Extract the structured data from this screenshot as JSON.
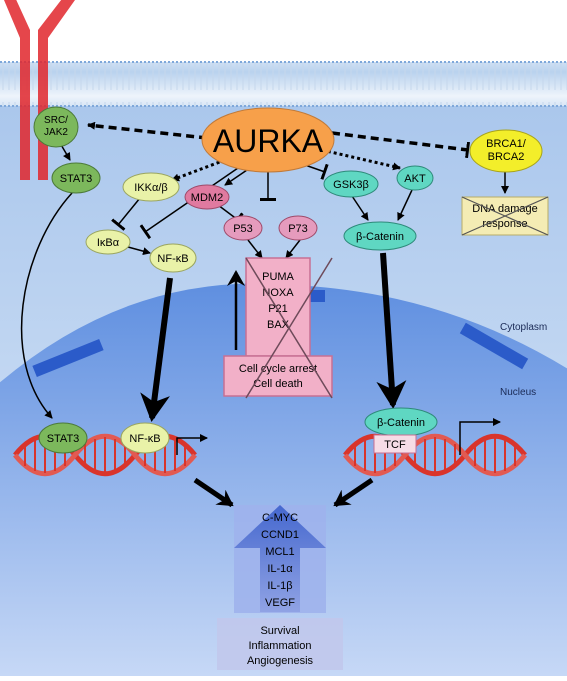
{
  "nodes": {
    "aurka": "AURKA",
    "src_jak2": [
      "SRC/",
      "JAK2"
    ],
    "stat3": "STAT3",
    "ikk": "IKKα/β",
    "ikba": "IκBα",
    "nfkb": "NF-κB",
    "mdm2": "MDM2",
    "p53": "P53",
    "p73": "P73",
    "gsk3b": "GSK3β",
    "akt": "AKT",
    "bcat": "β-Catenin",
    "brca": [
      "BRCA1/",
      "BRCA2"
    ],
    "dna_damage": [
      "DNA damage",
      "response"
    ],
    "targets_p53": [
      "PUMA",
      "NOXA",
      "P21",
      "BAX"
    ],
    "cell_fate": [
      "Cell cycle arrest",
      "Cell death"
    ],
    "nuc_stat3": "STAT3",
    "nuc_nfkb": "NF-κB",
    "nuc_bcat": "β-Catenin",
    "tcf": "TCF",
    "target_genes": [
      "C-MYC",
      "CCND1",
      "MCL1",
      "IL-1α",
      "IL-1β",
      "VEGF"
    ],
    "outcomes": [
      "Survival",
      "Inflammation",
      "Angiogenesis"
    ]
  },
  "compartments": {
    "cytoplasm": "Cytoplasm",
    "nucleus": "Nucleus"
  },
  "colors": {
    "aurka": "#f7a04a",
    "green": "#7cb85c",
    "lightgreen": "#e9f2a8",
    "pink": "#e07aa0",
    "teal": "#5fd7c2",
    "yellow": "#f3ee2a",
    "dna": "#d9342b",
    "nucleus": "#8fb1ef",
    "cytoplasm": "#c9dcf5",
    "membrane": "#9cc0e8",
    "receptor": "#e0262c"
  }
}
